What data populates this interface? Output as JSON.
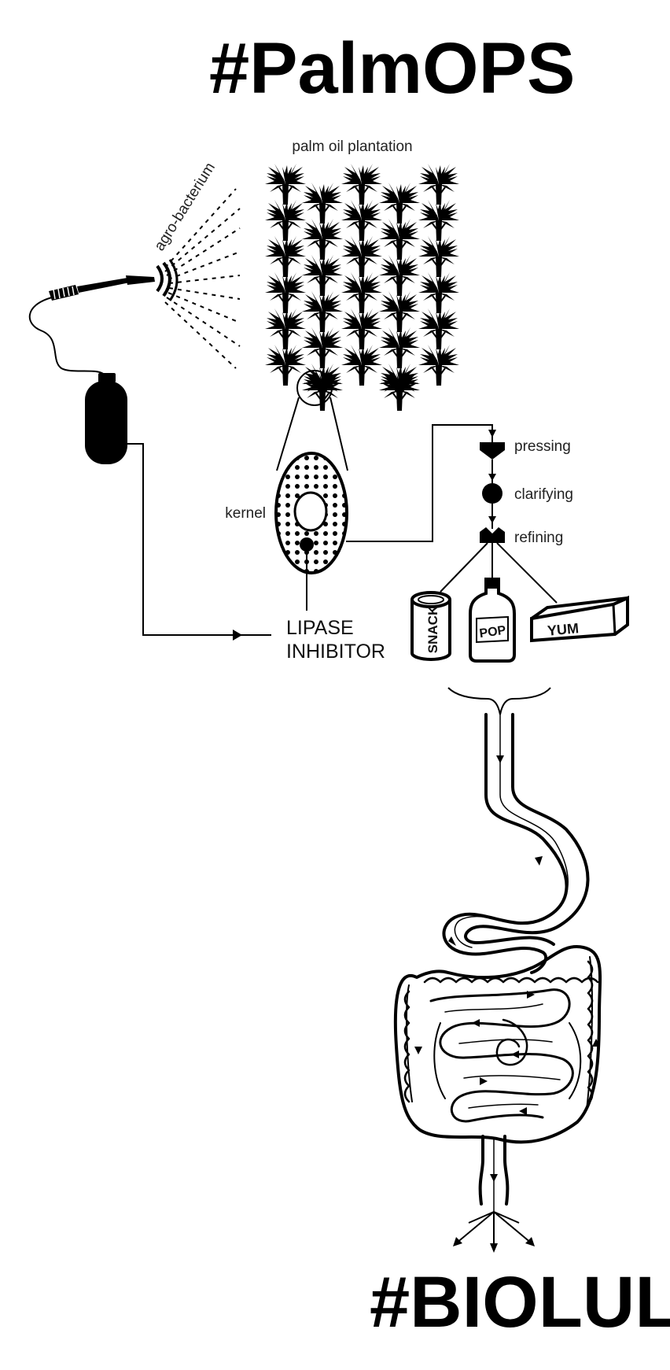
{
  "title_top": "#PalmOPS",
  "title_bottom": "#BIOLULZ",
  "labels": {
    "plantation": "palm oil plantation",
    "agro": "agro-bacterium",
    "kernel": "kernel",
    "lipase_line1": "LIPASE",
    "lipase_line2": "INHIBITOR"
  },
  "steps": [
    "pressing",
    "clarifying",
    "refining"
  ],
  "products": {
    "snack": "SNACK",
    "pop": "POP",
    "yum": "YUM"
  }
}
